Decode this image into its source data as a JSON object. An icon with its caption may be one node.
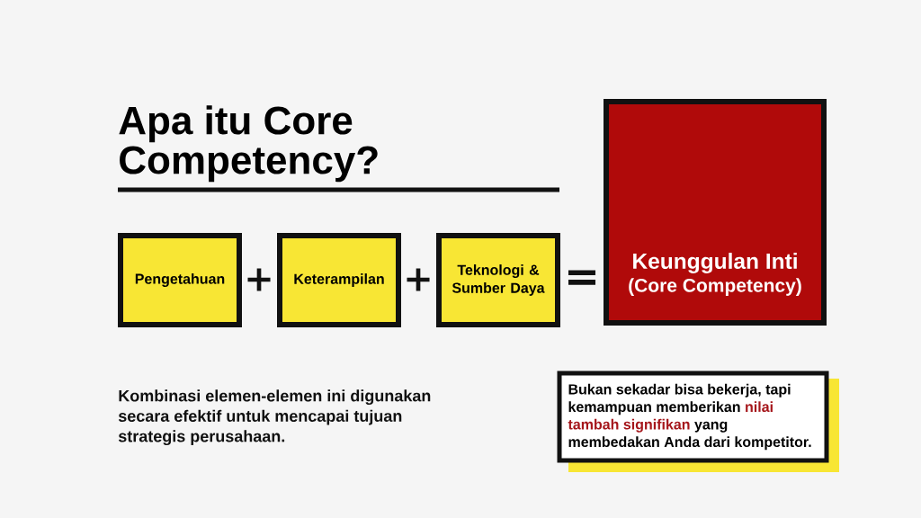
{
  "diagram": {
    "title": "Apa itu Core Competency?",
    "nodes": [
      {
        "text": [
          "Pengetahuan"
        ]
      },
      {
        "text": [
          "Keterampilan"
        ]
      },
      {
        "text": [
          "Teknologi & Sumber Daya"
        ]
      },
      {
        "text": [
          "Keunggulan Inti",
          "(Core Competency)"
        ]
      },
      {
        "text": [
          "Bukan sekadar bisa bekerja, tapi kemampuan memberikan **nilai tambah signifikan** yang membedakan Anda dari kompetitor."
        ]
      }
    ],
    "labels": [
      "+",
      "+",
      "=",
      "Kombinasi elemen-elemen ini digunakan secara efektif untuk mencapai tujuan strategis perusahaan."
    ]
  }
}
